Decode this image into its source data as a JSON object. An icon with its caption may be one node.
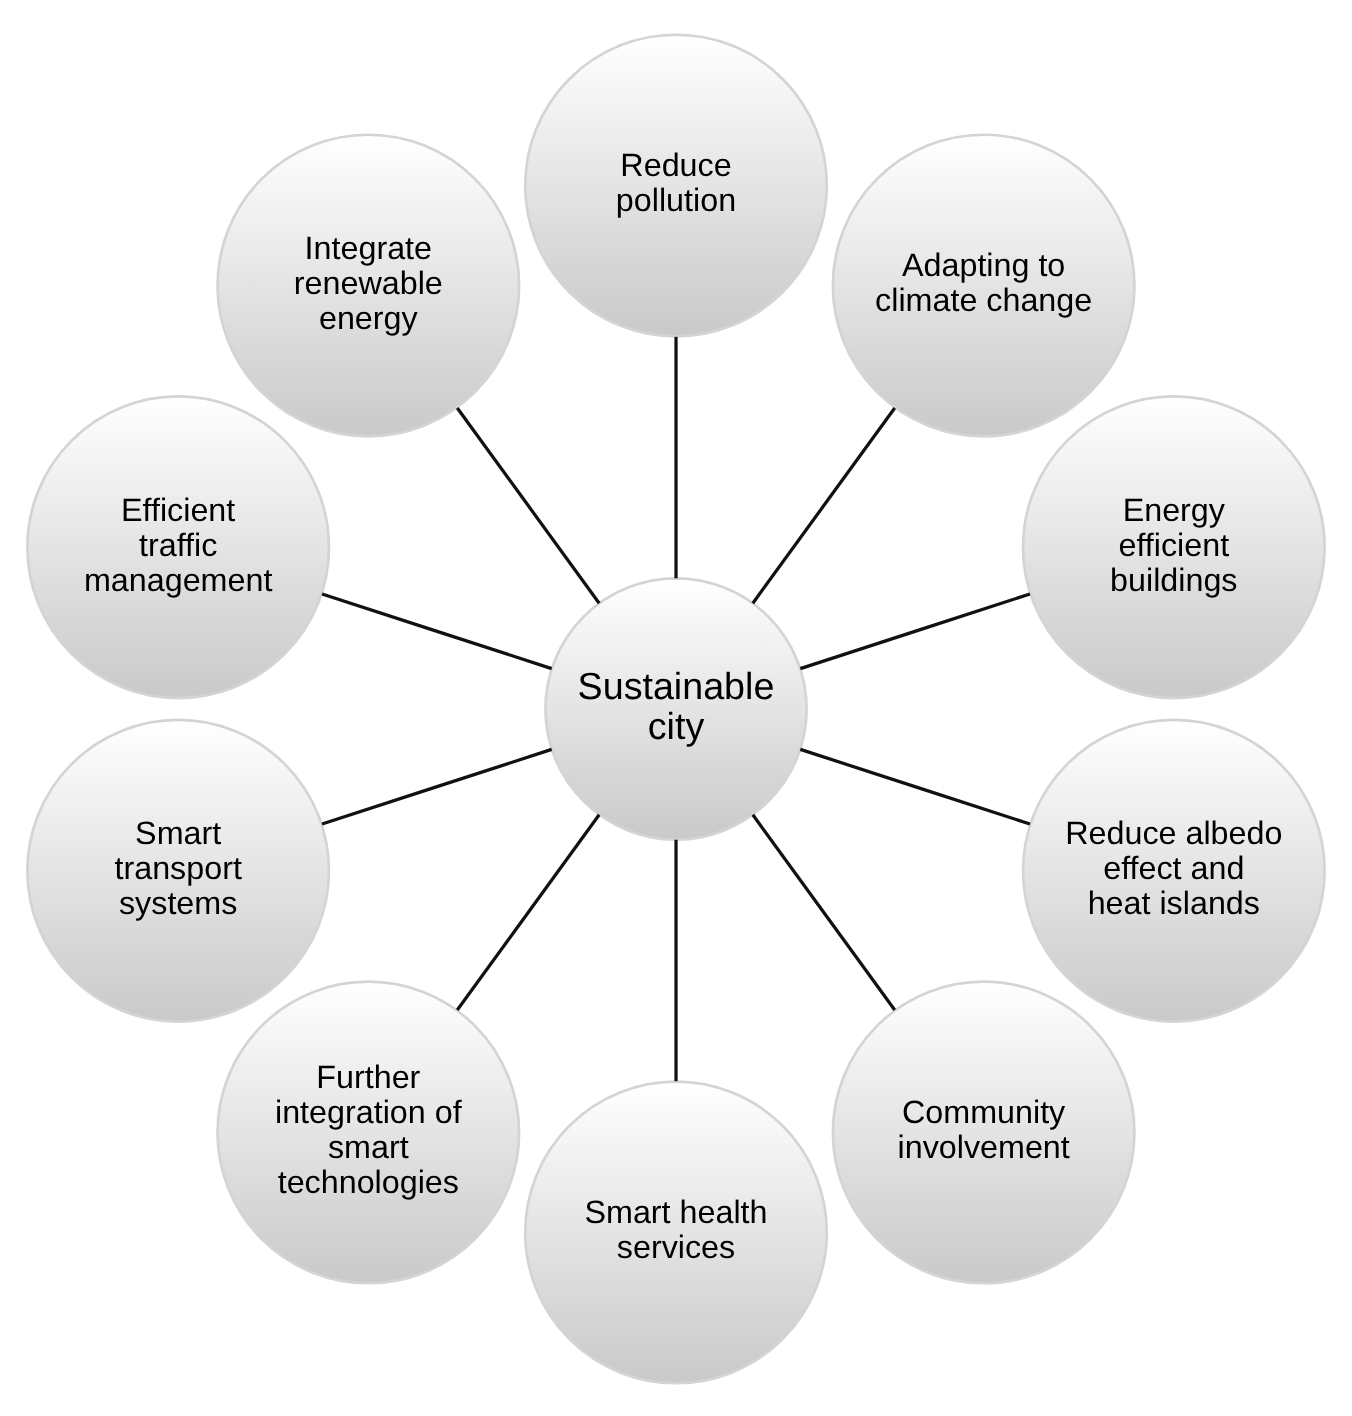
{
  "diagram": {
    "nodes": [
      {
        "text": [
          "Sustainable city"
        ]
      },
      {
        "text": [
          "Energy efficient buildings"
        ]
      },
      {
        "text": [
          "Adapting to climate change"
        ]
      },
      {
        "text": [
          "Reduce pollution"
        ]
      },
      {
        "text": [
          "Integrate renewable energy"
        ]
      },
      {
        "text": [
          "Efficient traffic management"
        ]
      },
      {
        "text": [
          "Smart transport systems"
        ]
      },
      {
        "text": [
          "Further integration of smart technologies"
        ]
      },
      {
        "text": [
          "Smart health services"
        ]
      },
      {
        "text": [
          "Community involvement"
        ]
      },
      {
        "text": [
          "Reduce albedo effect and heat islands"
        ]
      }
    ],
    "edges": [
      {
        "from": 0,
        "to": 1,
        "arrow": "none"
      },
      {
        "from": 0,
        "to": 2,
        "arrow": "none"
      },
      {
        "from": 0,
        "to": 3,
        "arrow": "none"
      },
      {
        "from": 0,
        "to": 4,
        "arrow": "none"
      },
      {
        "from": 0,
        "to": 5,
        "arrow": "none"
      },
      {
        "from": 0,
        "to": 6,
        "arrow": "none"
      },
      {
        "from": 0,
        "to": 7,
        "arrow": "none"
      },
      {
        "from": 0,
        "to": 8,
        "arrow": "none"
      },
      {
        "from": 0,
        "to": 9,
        "arrow": "none"
      },
      {
        "from": 0,
        "to": 10,
        "arrow": "none"
      }
    ]
  }
}
